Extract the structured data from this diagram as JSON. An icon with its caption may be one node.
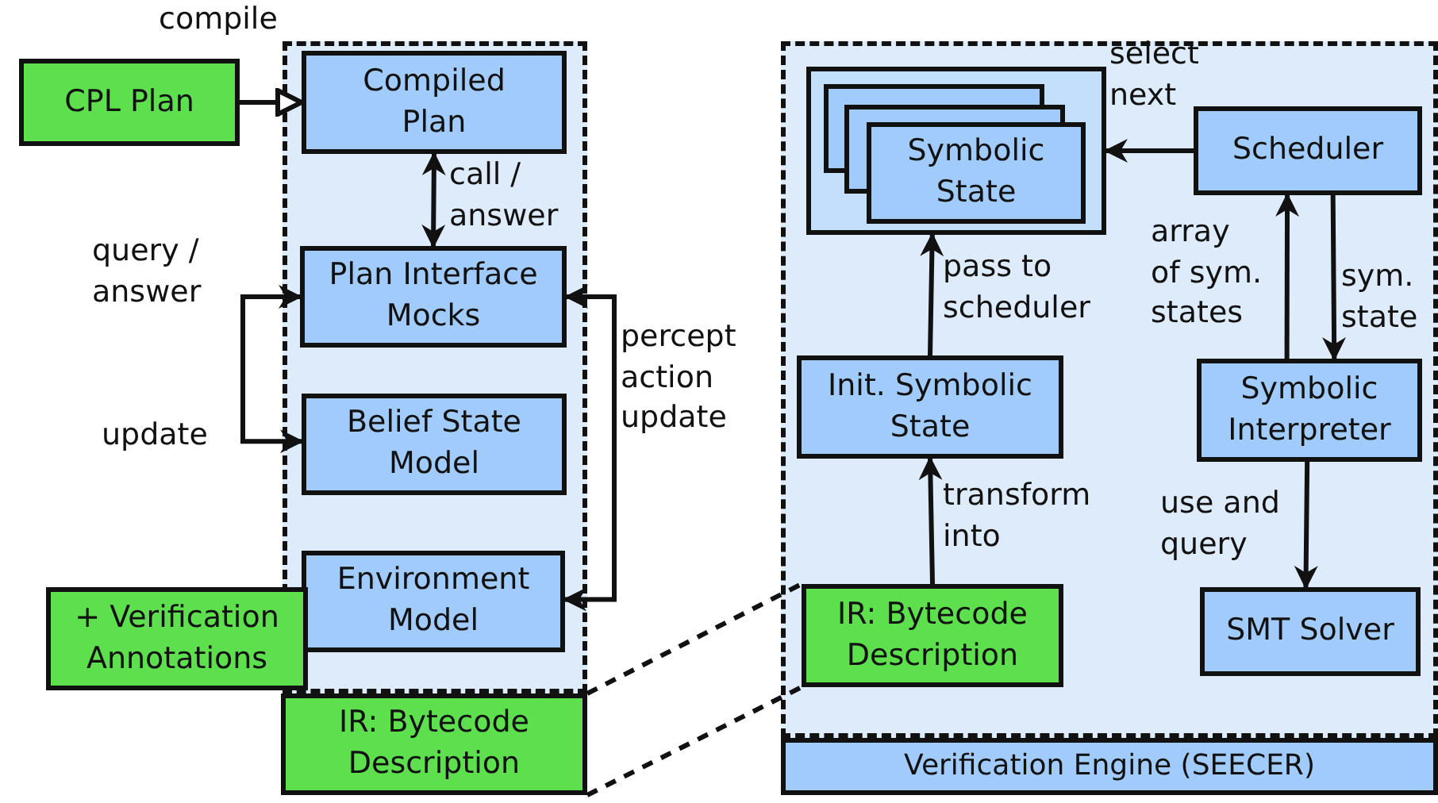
{
  "diagram": {
    "nodes": [
      {
        "text": [],
        "shape": "box"
      },
      {
        "text": [
          "CPL Plan"
        ]
      },
      {
        "text": [
          "Compiled Plan"
        ],
        "in": 0
      },
      {
        "text": [
          "Plan Interface Mocks"
        ],
        "in": 0
      },
      {
        "text": [
          "Belief State Model"
        ],
        "in": 0
      },
      {
        "text": [
          "Environment Model"
        ],
        "in": 0
      },
      {
        "text": [
          "+ Verification Annotations"
        ]
      },
      {
        "text": [
          "IR: Bytecode Description"
        ]
      },
      {
        "text": [],
        "shape": "box"
      },
      {
        "text": [],
        "shape": "box",
        "in": 8
      },
      {
        "text": [
          "Symbolic State"
        ],
        "in": 9
      },
      {
        "text": [
          "Scheduler"
        ],
        "in": 8
      },
      {
        "text": [
          "Init. Symbolic State"
        ],
        "in": 8
      },
      {
        "text": [
          "Symbolic Interpreter"
        ],
        "in": 8
      },
      {
        "text": [
          "IR: Bytecode Description"
        ],
        "in": 8
      },
      {
        "text": [
          "SMT Solver"
        ],
        "in": 8
      },
      {
        "text": [
          "Verification Engine (SEECER)"
        ]
      }
    ],
    "edges": [
      {
        "from": 1,
        "to": 2,
        "arrow": "to",
        "label": "compile"
      },
      {
        "from": 2,
        "to": 3,
        "arrow": "both",
        "label": "call / answer"
      },
      {
        "from": 3,
        "to": 4,
        "arrow": "both",
        "label": "query / answer"
      },
      {
        "from": 5,
        "to": 3,
        "arrow": "both",
        "label": "percept action update"
      },
      {
        "from": 11,
        "to": 9,
        "arrow": "to",
        "label": "select next"
      },
      {
        "from": 13,
        "to": 11,
        "arrow": "to",
        "label": "array of sym. states"
      },
      {
        "from": 11,
        "to": 13,
        "arrow": "to",
        "label": "sym. state"
      },
      {
        "from": 12,
        "to": 9,
        "arrow": "to",
        "label": "pass to scheduler"
      },
      {
        "from": 14,
        "to": 12,
        "arrow": "to",
        "label": "transform into"
      },
      {
        "from": 13,
        "to": 15,
        "arrow": "to",
        "label": "use and query"
      },
      {
        "from": 7,
        "to": 14,
        "arrow": "none",
        "style": "dashed"
      },
      {
        "from": 7,
        "to": 14,
        "arrow": "none",
        "style": "dashed"
      }
    ],
    "labels": [
      "update"
    ]
  }
}
